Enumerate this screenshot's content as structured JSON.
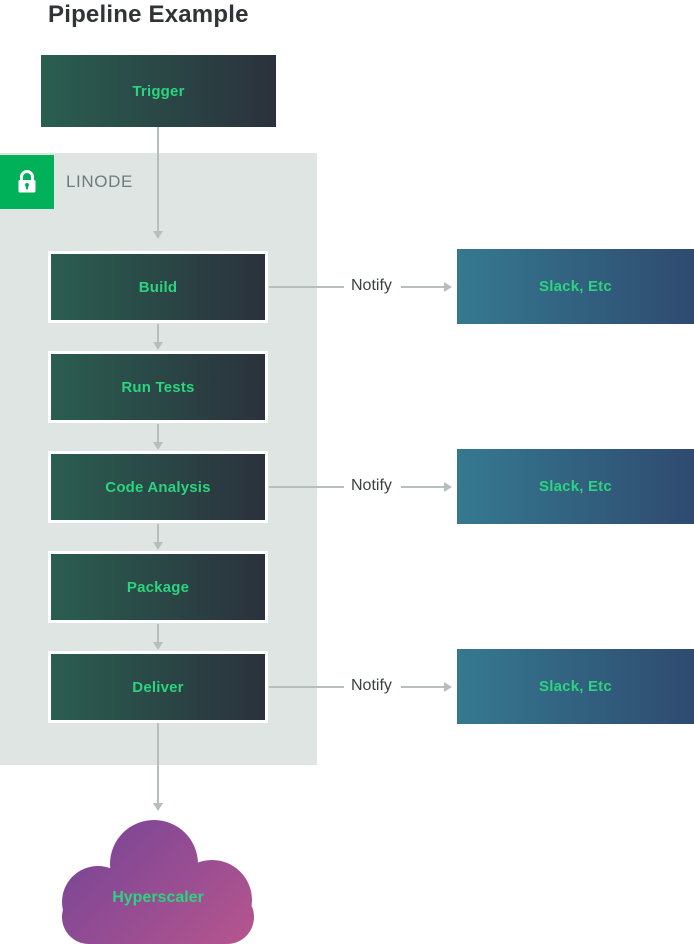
{
  "title": "Pipeline Example",
  "trigger": {
    "label": "Trigger"
  },
  "container": {
    "label": "LINODE",
    "steps": [
      {
        "label": "Build"
      },
      {
        "label": "Run Tests"
      },
      {
        "label": "Code Analysis"
      },
      {
        "label": "Package"
      },
      {
        "label": "Deliver"
      }
    ]
  },
  "notifications": [
    {
      "from": "Build",
      "label": "Notify",
      "target": "Slack, Etc"
    },
    {
      "from": "Code Analysis",
      "label": "Notify",
      "target": "Slack, Etc"
    },
    {
      "from": "Deliver",
      "label": "Notify",
      "target": "Slack, Etc"
    }
  ],
  "cloud": {
    "label": "Hyperscaler"
  },
  "colors": {
    "accent_green": "#2BD47E",
    "linode_green": "#00B159",
    "step_gradient_start": "#2A5E50",
    "step_gradient_end": "#2B313C",
    "slack_gradient_start": "#35798F",
    "slack_gradient_end": "#2F4A70",
    "cloud_gradient_start": "#7C4696",
    "cloud_gradient_end": "#B2548E",
    "container_bg": "#DFE5E3",
    "arrow_gray": "#B7BEBE"
  }
}
